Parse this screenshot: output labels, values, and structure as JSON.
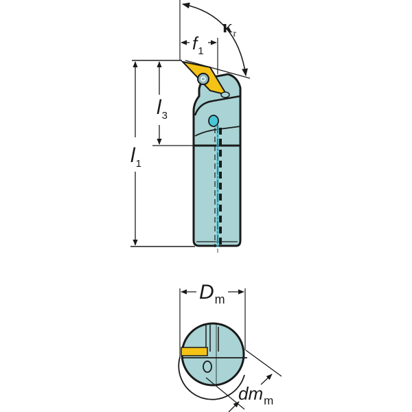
{
  "diagram": {
    "type": "boring-bar-technical-drawing",
    "colors": {
      "body": "#a9d3d4",
      "insert": "#f5c316",
      "coolant": "#48c6d8",
      "outline": "#1a1a1a",
      "background": "#ffffff"
    },
    "side_view": {
      "dimensions": {
        "kappa_r": {
          "symbol": "κ",
          "sub": "r"
        },
        "f1": {
          "symbol": "f",
          "sub": "1"
        },
        "l3": {
          "symbol": "l",
          "sub": "3"
        },
        "l1": {
          "symbol": "l",
          "sub": "1"
        }
      }
    },
    "end_view": {
      "dimensions": {
        "Dm": {
          "symbol": "D",
          "sub": "m"
        },
        "dmm": {
          "symbol": "dm",
          "sub": "m"
        }
      }
    }
  }
}
